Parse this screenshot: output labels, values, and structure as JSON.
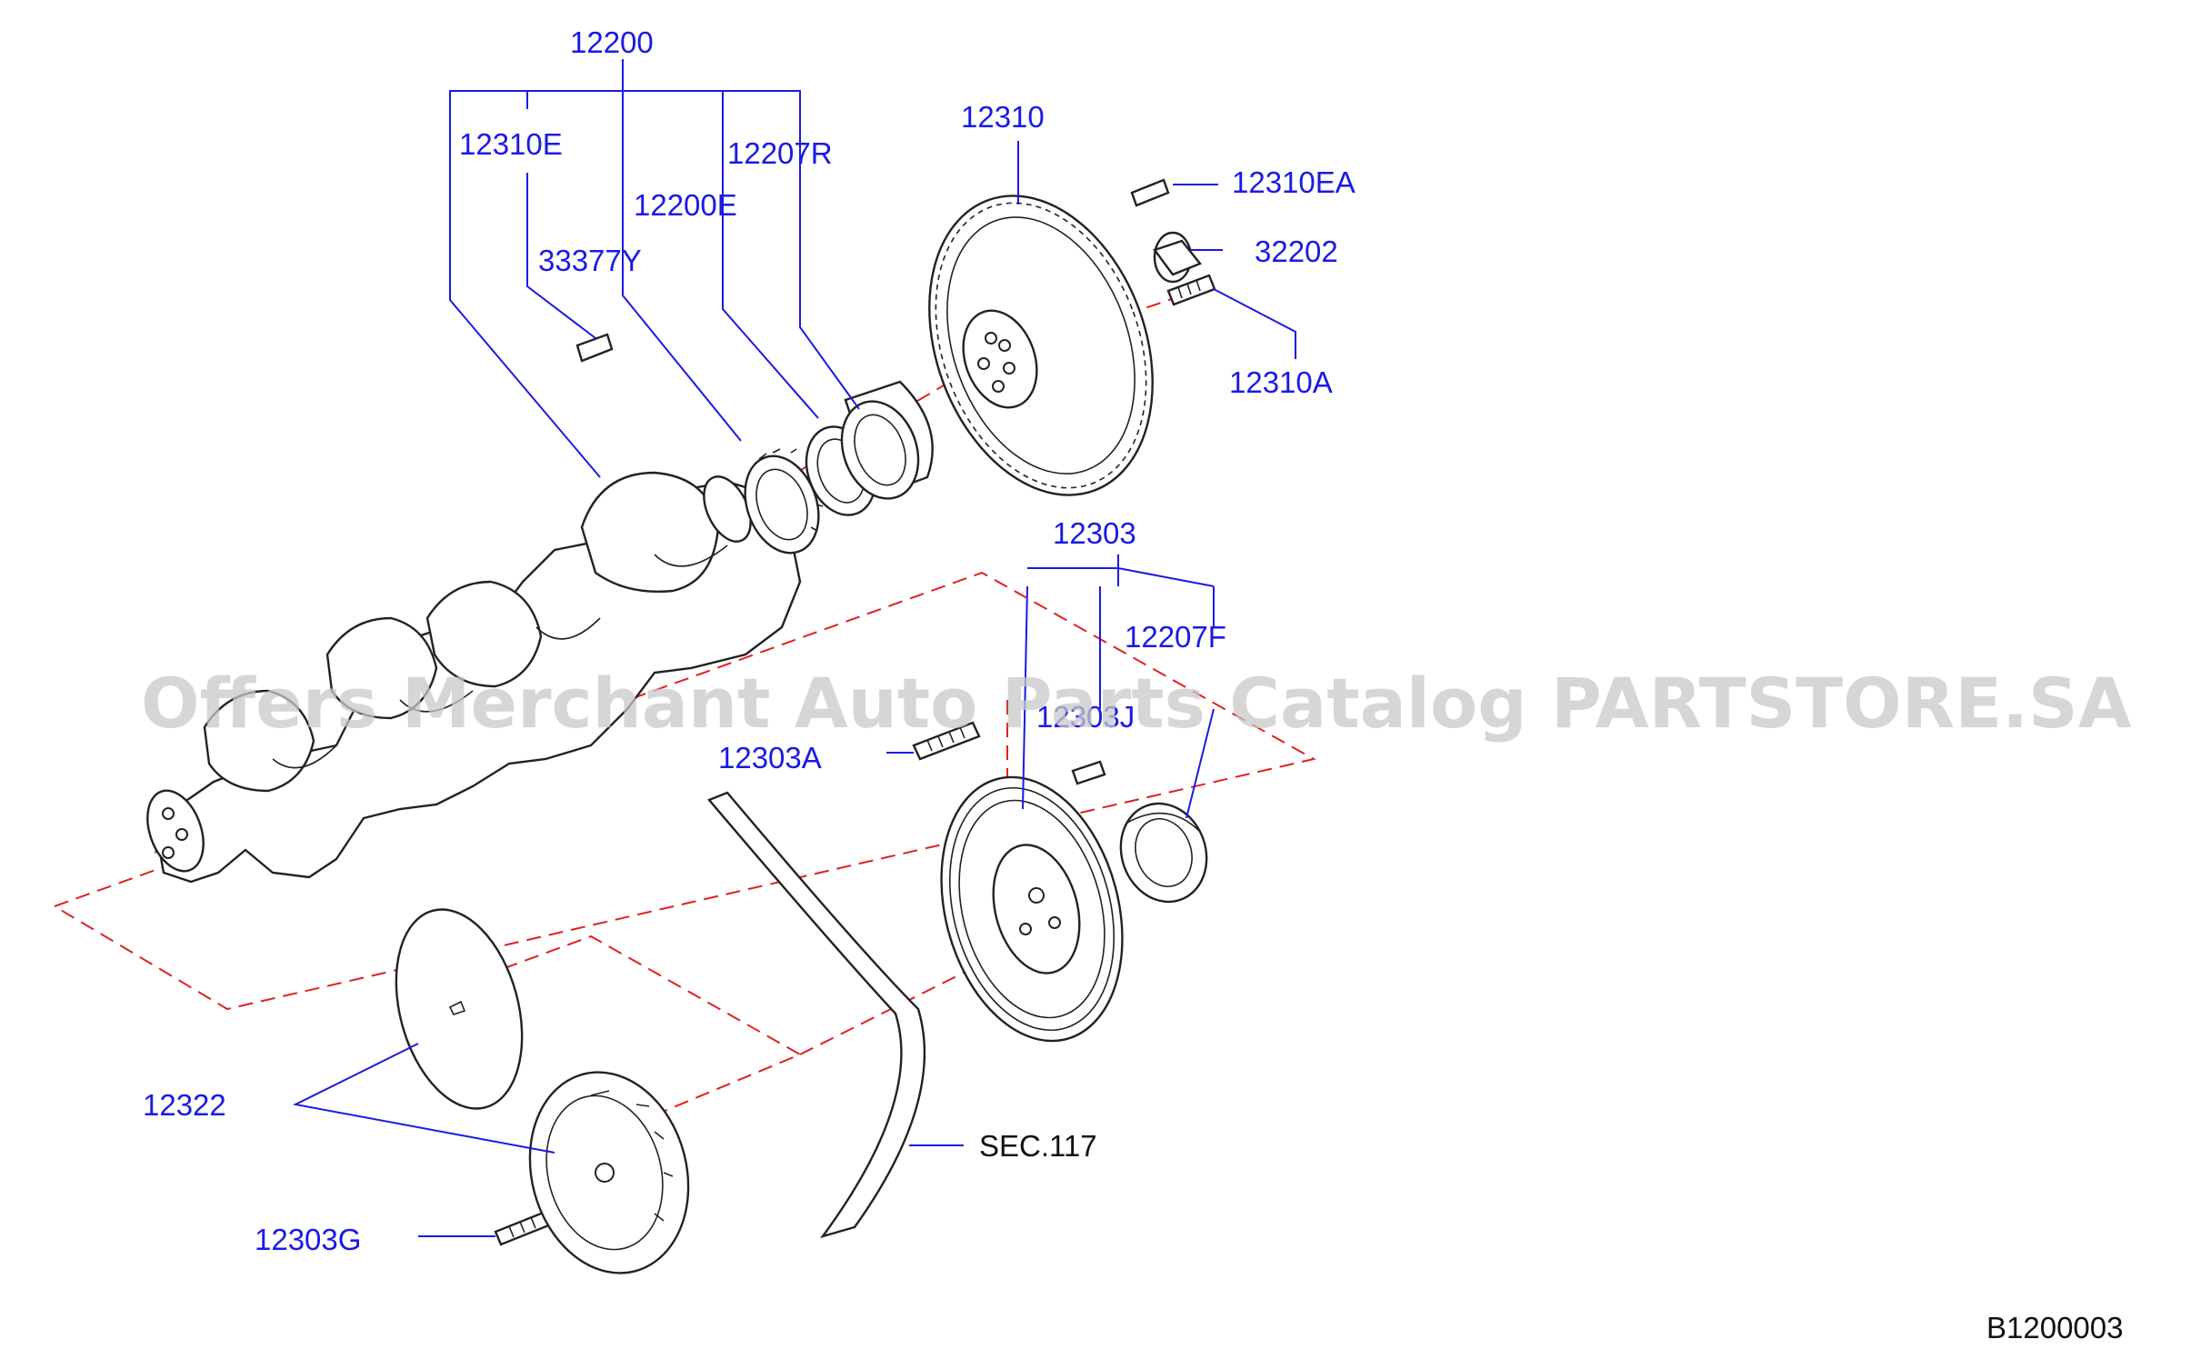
{
  "labels": {
    "p12200": "12200",
    "p12310E": "12310E",
    "p12207R": "12207R",
    "p12200E": "12200E",
    "p33377Y": "33377Y",
    "p12310": "12310",
    "p12310EA": "12310EA",
    "p32202": "32202",
    "p12310A": "12310A",
    "p12303": "12303",
    "p12207F": "12207F",
    "p12303J": "12303J",
    "p12303A": "12303A",
    "p12322": "12322",
    "p12303G": "12303G",
    "sec117": "SEC.117"
  },
  "diagram_code": "B1200003",
  "watermark": "Offers Merchant Auto Parts Catalog PARTSTORE.SA",
  "colors": {
    "label": "#1a1ae6",
    "centerline": "#e02020",
    "part_outline": "#222222",
    "watermark": "#c8c8c8"
  }
}
